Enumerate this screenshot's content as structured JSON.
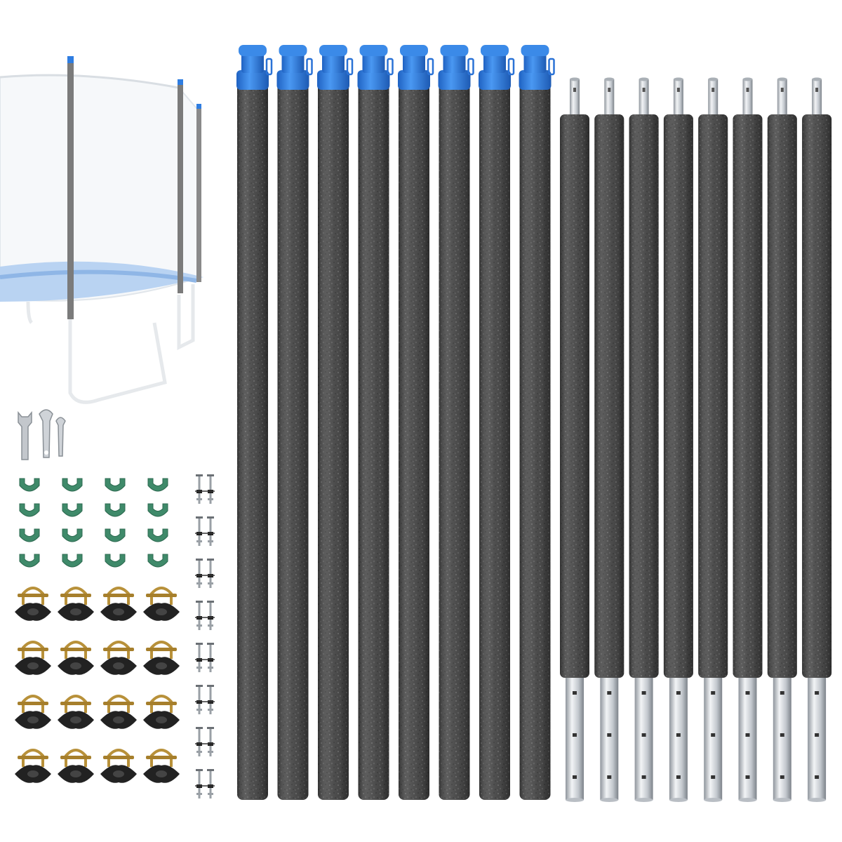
{
  "product": {
    "upper_poles": {
      "count": 8,
      "cap_color": "#2f7de1",
      "foam_color": "#4a4a4a"
    },
    "lower_poles": {
      "count": 8,
      "steel_color": "#c9ced4",
      "foam_color": "#4a4a4a"
    },
    "hardware": {
      "wrenches": 3,
      "pole_clips": 16,
      "clip_color": "#3f8a6a",
      "u_bolt_brackets": 16,
      "bracket_color": "#222222",
      "u_bolt_color": "#b8913a",
      "screw_sets": 8
    },
    "preview": {
      "net_color": "#e6eaee",
      "mat_rim_color": "#a9c9ef"
    }
  },
  "icons": [
    "trampoline-preview",
    "wrench-icon",
    "pole-clip-icon",
    "u-bolt-bracket-icon",
    "screw-set-icon"
  ]
}
